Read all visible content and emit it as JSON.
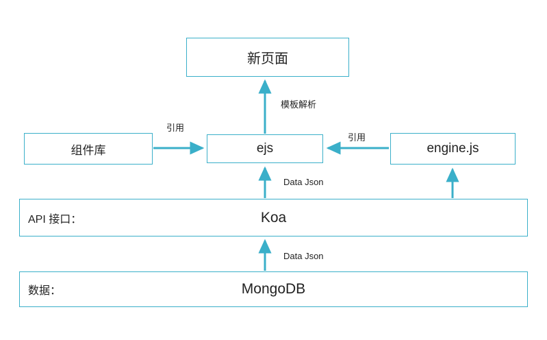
{
  "diagram": {
    "title": "Koa / ejs server-side rendering architecture",
    "accent_color": "#3aafc9",
    "background": "#ffffff",
    "text_color": "#222222",
    "nodes": [
      {
        "id": "newpage",
        "label": "新页面"
      },
      {
        "id": "complib",
        "label": "组件库"
      },
      {
        "id": "ejs",
        "label": "ejs"
      },
      {
        "id": "engine",
        "label": "engine.js"
      },
      {
        "id": "api",
        "prefix": "API 接口：",
        "label": "Koa"
      },
      {
        "id": "data",
        "prefix": "数据：",
        "label": "MongoDB"
      }
    ],
    "edges": [
      {
        "id": "ejs-to-newpage",
        "from": "ejs",
        "to": "newpage",
        "label": "模板解析"
      },
      {
        "id": "complib-to-ejs",
        "from": "complib",
        "to": "ejs",
        "label": "引用"
      },
      {
        "id": "engine-to-ejs",
        "from": "engine",
        "to": "ejs",
        "label": "引用"
      },
      {
        "id": "api-to-ejs",
        "from": "api",
        "to": "ejs",
        "label": "Data Json"
      },
      {
        "id": "data-to-api",
        "from": "data",
        "to": "api",
        "label": "Data Json"
      },
      {
        "id": "api-to-engine",
        "from": "api",
        "to": "engine",
        "label": ""
      }
    ]
  }
}
